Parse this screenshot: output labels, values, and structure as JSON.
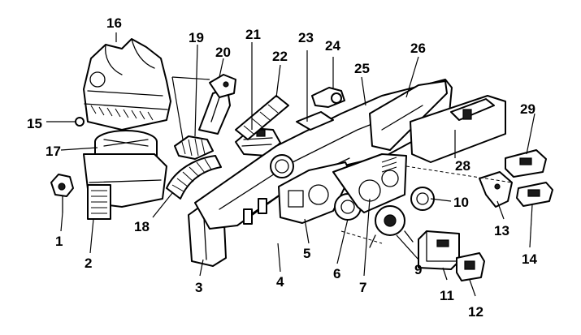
{
  "labels": [
    "1",
    "2",
    "3",
    "4",
    "5",
    "6",
    "7",
    "9",
    "10",
    "11",
    "12",
    "13",
    "14",
    "15",
    "16",
    "17",
    "18",
    "19",
    "20",
    "21",
    "22",
    "23",
    "24",
    "25",
    "26",
    "28",
    "29"
  ]
}
